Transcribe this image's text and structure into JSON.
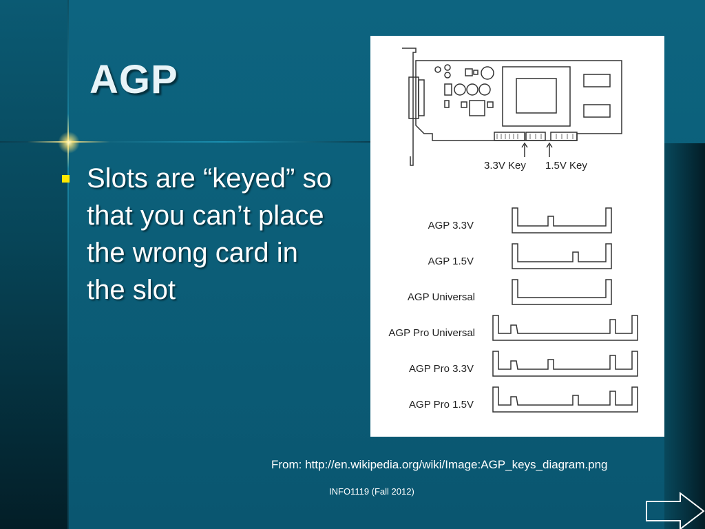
{
  "slide": {
    "title": "AGP",
    "bullets": [
      "Slots are “keyed” so that you can’t place the wrong card in the slot"
    ],
    "caption": "From: http://en.wikipedia.org/wiki/Image:AGP_keys_diagram.png",
    "footer": "INFO1119 (Fall 2012)",
    "bullet_color": "#ffe900"
  },
  "diagram": {
    "key_labels": [
      "3.3V Key",
      "1.5V Key"
    ],
    "slot_labels": [
      "AGP 3.3V",
      "AGP 1.5V",
      "AGP Universal",
      "AGP Pro Universal",
      "AGP Pro 3.3V",
      "AGP Pro 1.5V"
    ]
  },
  "nav": {
    "next_icon": "arrow-right-icon"
  }
}
